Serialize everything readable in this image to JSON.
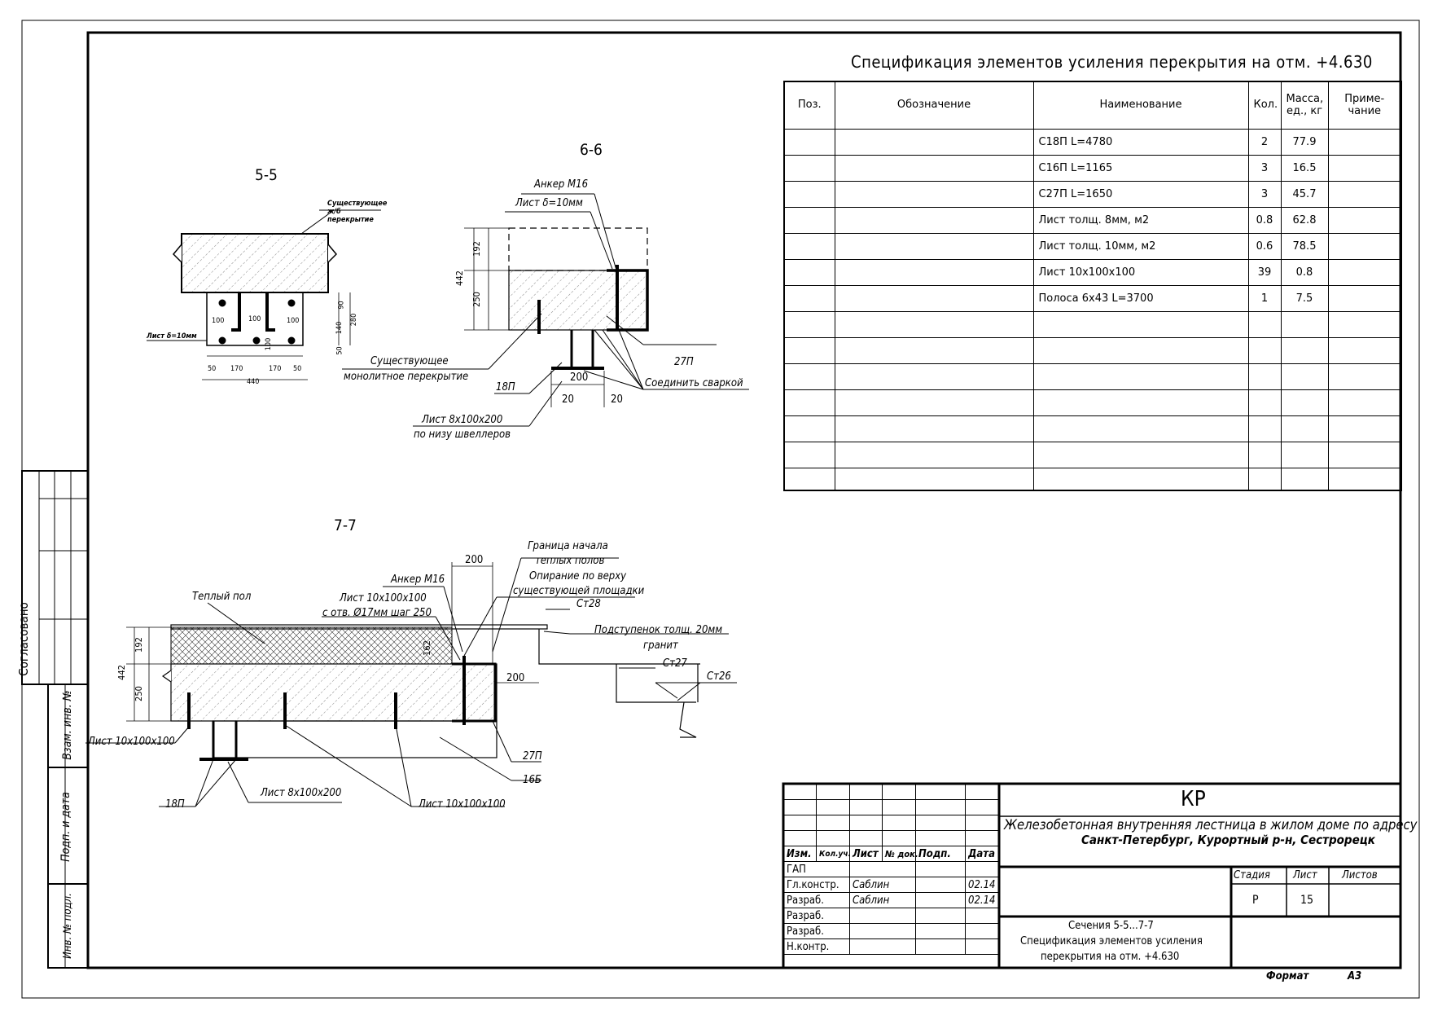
{
  "spec": {
    "title": "Спецификация элементов усиления перекрытия на отм. +4.630",
    "headers": {
      "pos": "Поз.",
      "designation": "Обозначение",
      "name": "Наименование",
      "qty": "Кол.",
      "mass_line1": "Масса,",
      "mass_line2": "ед., кг",
      "note_line1": "Приме-",
      "note_line2": "чание"
    },
    "rows": [
      {
        "name": "С18П L=4780",
        "qty": "2",
        "mass": "77.9"
      },
      {
        "name": "С16П L=1165",
        "qty": "3",
        "mass": "16.5"
      },
      {
        "name": "С27П L=1650",
        "qty": "3",
        "mass": "45.7"
      },
      {
        "name": "Лист толщ. 8мм, м2",
        "qty": "0.8",
        "mass": "62.8"
      },
      {
        "name": "Лист толщ. 10мм, м2",
        "qty": "0.6",
        "mass": "78.5"
      },
      {
        "name": "Лист 10х100х100",
        "qty": "39",
        "mass": "0.8"
      },
      {
        "name": "Полоса 6х43 L=3700",
        "qty": "1",
        "mass": "7.5"
      }
    ]
  },
  "section55": {
    "title": "5-5",
    "existing_slab": "Существующее ж/б перекрытие",
    "sheet": "Лист δ=10мм",
    "dims": {
      "d100a": "100",
      "d100b": "100",
      "d100c": "100",
      "d100v": "100",
      "d90": "90",
      "d140": "140",
      "d280": "280",
      "d50": "50",
      "d50a": "50",
      "d170a": "170",
      "d170b": "170",
      "d50b": "50",
      "d440": "440"
    }
  },
  "section66": {
    "title": "6-6",
    "anchor": "Анкер М16",
    "sheet": "Лист δ=10мм",
    "existing1": "Существующее",
    "existing2": "монолитное перекрытие",
    "p18": "18П",
    "p27": "27П",
    "weld": "Соединить сваркой",
    "plate1": "Лист 8х100х200",
    "plate2": "по низу швеллеров",
    "dims": {
      "d442": "442",
      "d192": "192",
      "d250": "250",
      "d200": "200",
      "d20a": "20",
      "d20b": "20"
    }
  },
  "section77": {
    "title": "7-7",
    "warm_floor": "Теплый пол",
    "anchor": "Анкер М16",
    "plate_a1": "Лист 10х100х100",
    "plate_a2": "с отв. Ø17мм шаг 250",
    "border1": "Граница начала",
    "border2": "теплых полов",
    "support1": "Опирание по верху",
    "support2": "существующей площадки",
    "st28": "Ст28",
    "riser1": "Подступенок толщ. 20мм",
    "riser2": "гранит",
    "st27": "Ст27",
    "st26": "Ст26",
    "sheet_left": "Лист 10х100х100",
    "p27": "27П",
    "p16b": "16Б",
    "p18": "18П",
    "plate8": "Лист 8х100х200",
    "plate10": "Лист 10х100х100",
    "dims": {
      "d442": "442",
      "d192": "192",
      "d250": "250",
      "d162": "162",
      "d200a": "200",
      "d200b": "200"
    }
  },
  "side": {
    "agreed": "Согласовано",
    "vzam": "Взам. инв. №",
    "podp": "Подп. и дата",
    "inv": "Инв. № подл."
  },
  "stamp": {
    "code": "КР",
    "project1": "Железобетонная внутренняя лестница в жилом доме по адресу",
    "project2": "Санкт-Петербург, Курортный р-н, Сестрорецк",
    "col_izm": "Изм.",
    "col_kol": "Кол.уч.",
    "col_list": "Лист",
    "col_doc": "№ док.",
    "col_podp": "Подп.",
    "col_date": "Дата",
    "roles": [
      {
        "role": "ГАП",
        "name": "",
        "date": ""
      },
      {
        "role": "Гл.констр.",
        "name": "Саблин",
        "date": "02.14"
      },
      {
        "role": "Разраб.",
        "name": "Саблин",
        "date": "02.14"
      },
      {
        "role": "Разраб.",
        "name": "",
        "date": ""
      },
      {
        "role": "Разраб.",
        "name": "",
        "date": ""
      },
      {
        "role": "Н.контр.",
        "name": "",
        "date": ""
      }
    ],
    "stage_label": "Стадия",
    "sheet_label": "Лист",
    "sheets_label": "Листов",
    "stage": "Р",
    "sheet": "15",
    "sheets": "",
    "sheet_title1": "Сечения 5-5...7-7",
    "sheet_title2": "Спецификация элементов усиления",
    "sheet_title3": "перекрытия на отм. +4.630",
    "format_label": "Формат",
    "format": "А3"
  }
}
